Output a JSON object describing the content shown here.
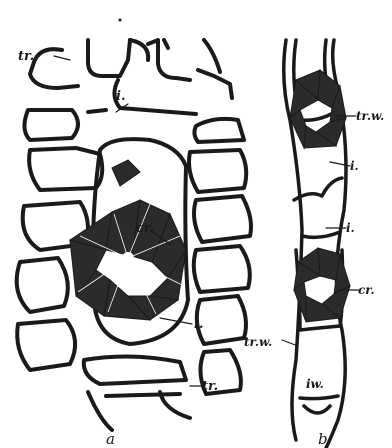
{
  "panels": [
    {
      "letter": "a",
      "labels": {
        "tr_top": "tr.",
        "i_top": "i.",
        "cr": "cr.",
        "i_lower": "i.",
        "tr_bottom": "tr."
      }
    },
    {
      "letter": "b",
      "labels": {
        "trw_top": "tr.w.",
        "i_upper": "i.",
        "i_middle": "i.",
        "cr": "cr.",
        "trw_bottom": "tr.w.",
        "iw": "iw."
      }
    }
  ],
  "colors": {
    "ink": "#1a1a1a",
    "paper": "#ffffff",
    "crystal": "#2b2b2b"
  }
}
